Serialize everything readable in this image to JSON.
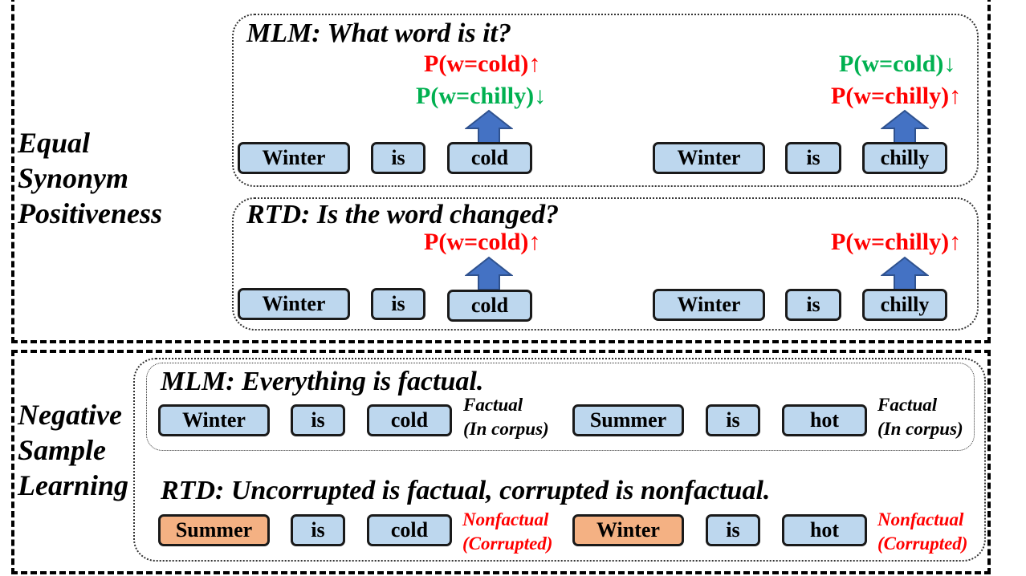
{
  "colors": {
    "token_fill": "#bdd7ee",
    "corrupted_fill": "#f4b183",
    "increase": "#ff0000",
    "decrease": "#00b050",
    "arrow": "#4472c4"
  },
  "top": {
    "label_lines": [
      "Equal",
      "Synonym",
      "Positiveness"
    ],
    "mlm": {
      "title": "MLM: What word is it?",
      "left": {
        "tokens": [
          "Winter",
          "is",
          "cold"
        ],
        "prob_up": "P(w=cold)↑",
        "prob_down": "P(w=chilly)↓"
      },
      "right": {
        "tokens": [
          "Winter",
          "is",
          "chilly"
        ],
        "prob_down": "P(w=cold)↓",
        "prob_up": "P(w=chilly)↑"
      }
    },
    "rtd": {
      "title": "RTD: Is the word changed?",
      "left": {
        "tokens": [
          "Winter",
          "is",
          "cold"
        ],
        "prob_up": "P(w=cold)↑"
      },
      "right": {
        "tokens": [
          "Winter",
          "is",
          "chilly"
        ],
        "prob_up": "P(w=chilly)↑"
      }
    }
  },
  "bottom": {
    "label_lines": [
      "Negative",
      "Sample",
      "Learning"
    ],
    "mlm": {
      "title": "MLM: Everything is factual.",
      "left": {
        "tokens": [
          "Winter",
          "is",
          "cold"
        ],
        "note": [
          "Factual",
          "(In corpus)"
        ]
      },
      "right": {
        "tokens": [
          "Summer",
          "is",
          "hot"
        ],
        "note": [
          "Factual",
          "(In corpus)"
        ]
      }
    },
    "rtd": {
      "title": "RTD: Uncorrupted is factual, corrupted is nonfactual.",
      "left": {
        "tokens": [
          "Summer",
          "is",
          "cold"
        ],
        "note": [
          "Nonfactual",
          "(Corrupted)"
        ]
      },
      "right": {
        "tokens": [
          "Winter",
          "is",
          "hot"
        ],
        "note": [
          "Nonfactual",
          "(Corrupted)"
        ]
      }
    }
  }
}
